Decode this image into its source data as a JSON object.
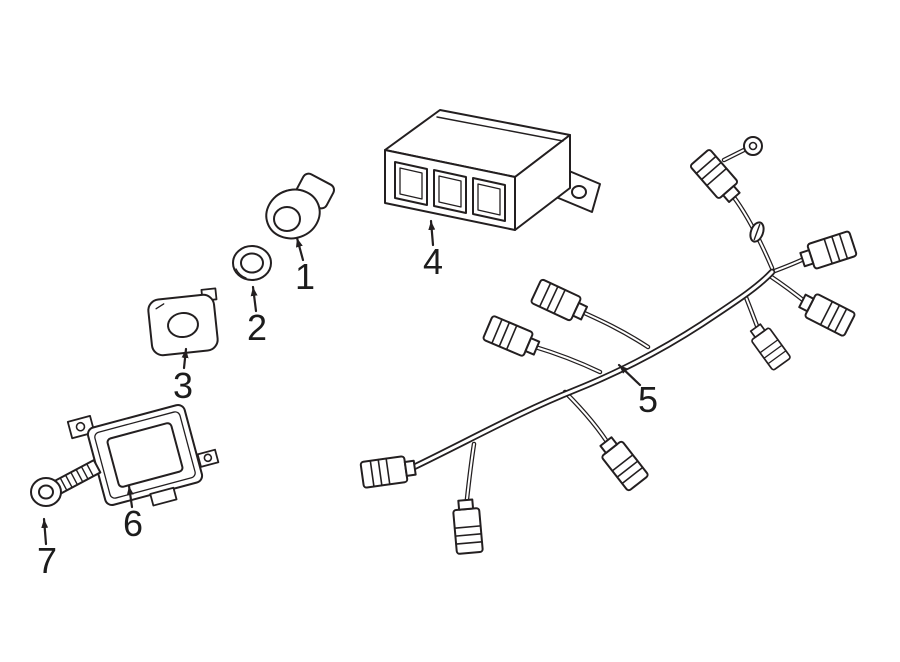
{
  "colors": {
    "background": "#ffffff",
    "line": "#231f20",
    "label_text": "#1c1c1c"
  },
  "diagram": {
    "parts": [
      {
        "label": "1",
        "name": "parking-sensor"
      },
      {
        "label": "2",
        "name": "sensor-retainer-ring"
      },
      {
        "label": "3",
        "name": "sensor-bracket"
      },
      {
        "label": "4",
        "name": "control-module"
      },
      {
        "label": "5",
        "name": "wiring-harness"
      },
      {
        "label": "6",
        "name": "radar-sensor-module"
      },
      {
        "label": "7",
        "name": "mounting-bolt"
      }
    ]
  }
}
